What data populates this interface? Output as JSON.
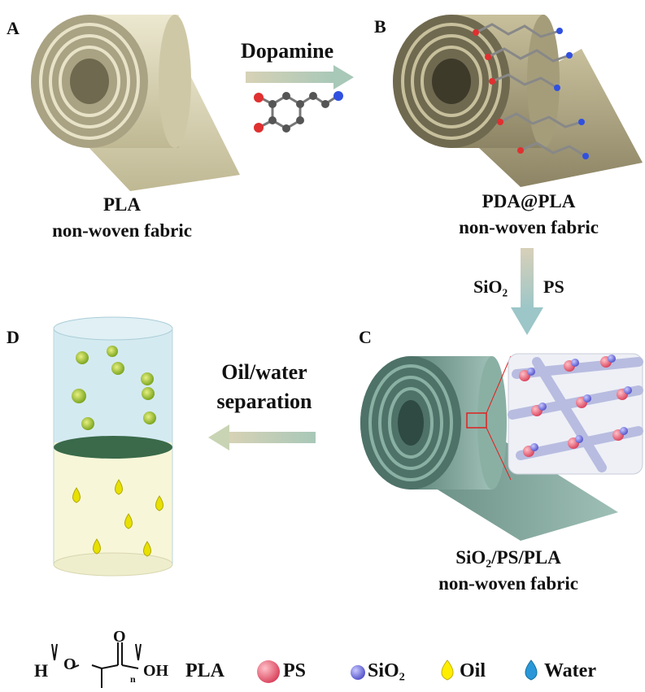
{
  "panels": {
    "a": "A",
    "b": "B",
    "c": "C",
    "d": "D"
  },
  "captions": {
    "a_line1": "PLA",
    "a_line2": "non-woven fabric",
    "b_line1": "PDA@PLA",
    "b_line2": "non-woven fabric",
    "c_line1": "SiO₂/PS/PLA",
    "c_line2": "non-woven fabric"
  },
  "arrows": {
    "dopamine": "Dopamine",
    "sio2": "SiO₂",
    "ps": "PS",
    "sep_line1": "Oil/water",
    "sep_line2": "separation"
  },
  "legend": {
    "formula_h": "H",
    "formula_o": "O",
    "formula_carbonyl_o": "O",
    "formula_n": "n",
    "formula_oh": "OH",
    "pla": "PLA",
    "ps": "PS",
    "sio2": "SiO₂",
    "oil": "Oil",
    "water": "Water"
  },
  "colors": {
    "pla_fabric": "#d8d2b4",
    "pda_fabric": "#b8b08c",
    "coated_fabric": "#7fa59a",
    "arrow": "#c9cba6",
    "down_arrow": "#a8c8c8",
    "ps_particle": "#e8556e",
    "sio2_particle": "#6f6fe0",
    "oil": "#e8e000",
    "water": "#3aa0d8",
    "cyl_top": "#cfe8ef",
    "cyl_bottom": "#f7f6d8"
  }
}
